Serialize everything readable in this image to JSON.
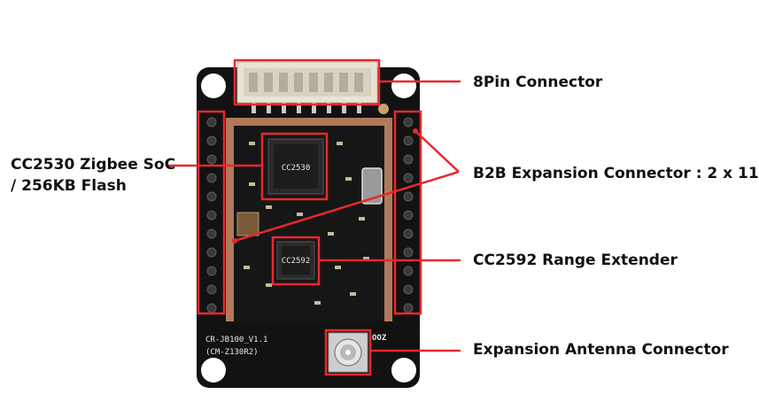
{
  "accent_color": "#e8282e",
  "board": {
    "silkscreen": {
      "version": "CR-JB100_V1.1",
      "model": "(CM-Z130R2)",
      "brand": "OOZ",
      "chip_main": "CC2530",
      "chip_rf": "CC2592"
    }
  },
  "labels": {
    "connector_8pin": "8Pin Connector",
    "soc_line1": "CC2530 Zigbee SoC",
    "soc_line2": "/ 256KB Flash",
    "b2b": "B2B Expansion Connector : 2 x 11",
    "range_extender": "CC2592 Range Extender",
    "antenna": "Expansion Antenna Connector"
  }
}
